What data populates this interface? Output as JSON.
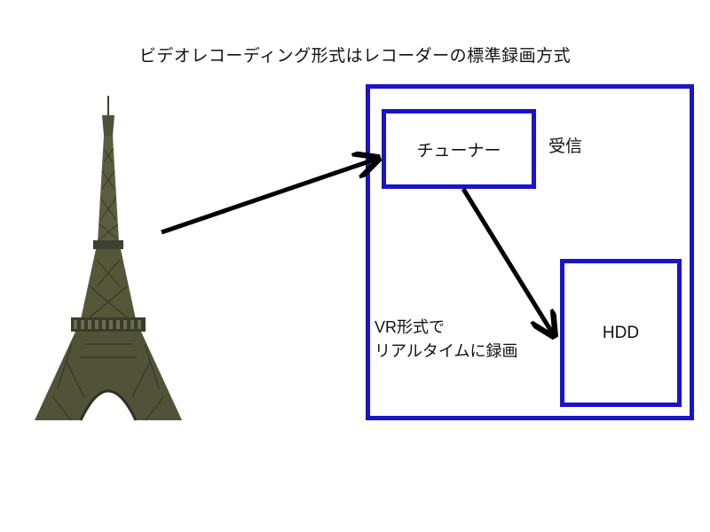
{
  "title": "ビデオレコーディング形式はレコーダーの標準録画方式",
  "tuner_label": "チューナー",
  "receive_label": "受信",
  "hdd_label": "HDD",
  "vr_label_line1": "VR形式で",
  "vr_label_line2": "リアルタイムに録画",
  "colors": {
    "box_border": "#1a14c8",
    "arrow": "#000000",
    "tower": "#4f5238"
  },
  "icons": [
    "eiffel-tower-image",
    "arrow-tower-to-tuner",
    "arrow-tuner-to-hdd"
  ]
}
